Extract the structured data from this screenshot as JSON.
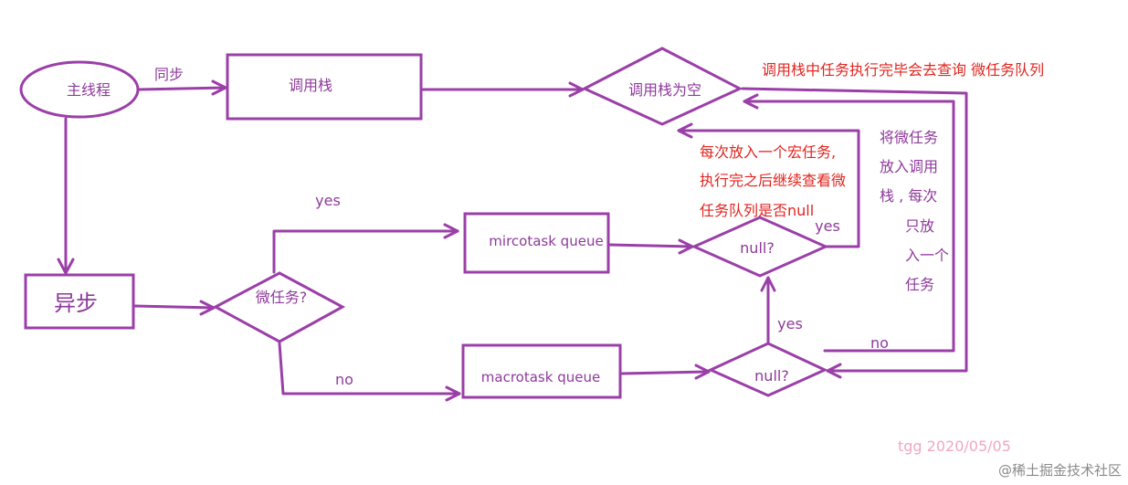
{
  "nodes": {
    "main_thread": "主线程",
    "call_stack": "调用栈",
    "call_stack_empty": "调用栈为空",
    "async": "异步",
    "is_microtask": "微任务?",
    "microtask_queue": "mircotask queue",
    "macrotask_queue": "macrotask queue",
    "null_check_micro": "null?",
    "null_check_macro": "null?"
  },
  "edge_labels": {
    "sync": "同步",
    "yes_micro": "yes",
    "no_macro": "no",
    "yes_null_micro": "yes",
    "yes_null_macro": "yes",
    "no_null_macro": "no"
  },
  "annotations": {
    "check_microtask": "调用栈中任务执行完毕会去查询 微任务队列",
    "macro_note_lines": [
      "每次放入一个宏任务,",
      "执行完之后继续查看微",
      "任务队列是否null"
    ],
    "micro_note_lines": [
      "将微任务",
      "放入调用",
      "栈 ,  每次",
      "只放",
      "入一个",
      "任务"
    ]
  },
  "signature": "tgg 2020/05/05",
  "watermark": "@稀土掘金技术社区",
  "colors": {
    "stroke": "#9b3fa8",
    "label": "#8e3a9b",
    "annotation": "#e0251f",
    "signature": "#f1a7bf"
  }
}
